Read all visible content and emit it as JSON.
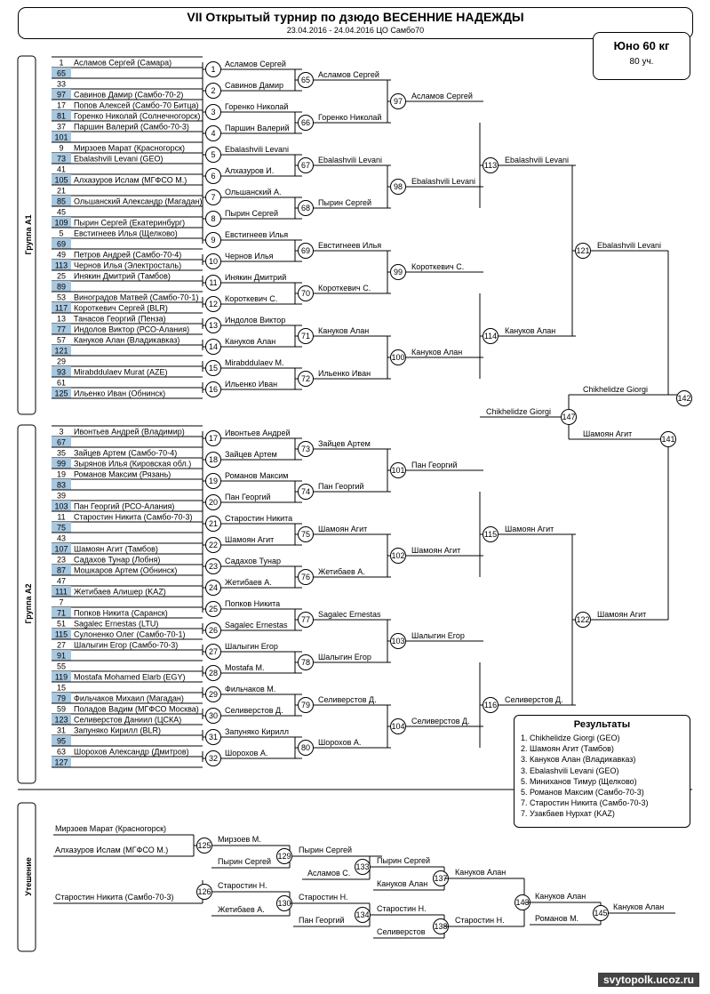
{
  "header": {
    "title": "VII Открытый турнир по дзюдо ВЕСЕННИЕ НАДЕЖДЫ",
    "subtitle": "23.04.2016 - 24.04.2016 ЦО Самбо70"
  },
  "category": {
    "label": "Юно 60 кг",
    "count": "80 уч."
  },
  "group_labels": {
    "a1": "Группа А1",
    "a2": "Группа А2",
    "consolation": "Утешение"
  },
  "groups": [
    {
      "entries": [
        {
          "num": "1",
          "name": "Асламов Сергей (Самара)"
        },
        {
          "num": "65",
          "name": ""
        },
        {
          "num": "33",
          "name": ""
        },
        {
          "num": "97",
          "name": "Савинов Дамир (Самбо-70-2)"
        },
        {
          "num": "17",
          "name": "Попов Алексей (Самбо-70 Битца)"
        },
        {
          "num": "81",
          "name": "Горенко Николай (Солнечногорск)"
        },
        {
          "num": "37",
          "name": "Паршин Валерий (Самбо-70-3)"
        },
        {
          "num": "101",
          "name": ""
        },
        {
          "num": "9",
          "name": "Мирзоев Марат (Красногорск)"
        },
        {
          "num": "73",
          "name": "Ebalashvili Levani (GEO)"
        },
        {
          "num": "41",
          "name": ""
        },
        {
          "num": "105",
          "name": "Алхазуров Ислам (МГФСО М.)"
        },
        {
          "num": "21",
          "name": ""
        },
        {
          "num": "85",
          "name": "Ольшанский Александр (Магадан)"
        },
        {
          "num": "45",
          "name": ""
        },
        {
          "num": "109",
          "name": "Пырин Сергей (Екатеринбург)"
        },
        {
          "num": "5",
          "name": "Евстигнеев Илья (Щелково)"
        },
        {
          "num": "69",
          "name": ""
        },
        {
          "num": "49",
          "name": "Петров Андрей (Самбо-70-4)"
        },
        {
          "num": "113",
          "name": "Чернов Илья (Электросталь)"
        },
        {
          "num": "25",
          "name": "Инякин Дмитрий (Тамбов)"
        },
        {
          "num": "89",
          "name": ""
        },
        {
          "num": "53",
          "name": "Виноградов Матвей (Самбо-70-1)"
        },
        {
          "num": "117",
          "name": "Короткевич Сергей (BLR)"
        },
        {
          "num": "13",
          "name": "Танасов Георгий (Пенза)"
        },
        {
          "num": "77",
          "name": "Индолов Виктор (РСО-Алания)"
        },
        {
          "num": "57",
          "name": "Кануков Алан (Владикавказ)"
        },
        {
          "num": "121",
          "name": ""
        },
        {
          "num": "29",
          "name": ""
        },
        {
          "num": "93",
          "name": "Mirabddulaev Murat (AZE)"
        },
        {
          "num": "61",
          "name": ""
        },
        {
          "num": "125",
          "name": "Ильенко Иван (Обнинск)"
        }
      ]
    },
    {
      "entries": [
        {
          "num": "3",
          "name": "Ивонтьев Андрей (Владимир)"
        },
        {
          "num": "67",
          "name": ""
        },
        {
          "num": "35",
          "name": "Зайцев Артем (Самбо-70-4)"
        },
        {
          "num": "99",
          "name": "Зырянов Илья (Кировская обл.)"
        },
        {
          "num": "19",
          "name": "Романов Максим (Рязань)"
        },
        {
          "num": "83",
          "name": ""
        },
        {
          "num": "39",
          "name": ""
        },
        {
          "num": "103",
          "name": "Пан Георгий (РСО-Алания)"
        },
        {
          "num": "11",
          "name": "Старостин Никита (Самбо-70-3)"
        },
        {
          "num": "75",
          "name": ""
        },
        {
          "num": "43",
          "name": ""
        },
        {
          "num": "107",
          "name": "Шамоян Агит (Тамбов)"
        },
        {
          "num": "23",
          "name": "Садахов Тунар (Лобня)"
        },
        {
          "num": "87",
          "name": "Мошкаров Артем (Обнинск)"
        },
        {
          "num": "47",
          "name": ""
        },
        {
          "num": "111",
          "name": "Жетибаев Алишер (KAZ)"
        },
        {
          "num": "7",
          "name": ""
        },
        {
          "num": "71",
          "name": "Попков Никита (Саранск)"
        },
        {
          "num": "51",
          "name": "Sagalec Ernestas (LTU)"
        },
        {
          "num": "115",
          "name": "Сулоненко Олег (Самбо-70-1)"
        },
        {
          "num": "27",
          "name": "Шалыгин Егор (Самбо-70-3)"
        },
        {
          "num": "91",
          "name": ""
        },
        {
          "num": "55",
          "name": ""
        },
        {
          "num": "119",
          "name": "Mostafa Mohamed Elarb (EGY)"
        },
        {
          "num": "15",
          "name": ""
        },
        {
          "num": "79",
          "name": "Фильчаков Михаил (Магадан)"
        },
        {
          "num": "59",
          "name": "Поладов Вадим (МГФСО Москва)"
        },
        {
          "num": "123",
          "name": "Селиверстов Даниил (ЦСКА)"
        },
        {
          "num": "31",
          "name": "Запуняко Кирилл (BLR)"
        },
        {
          "num": "95",
          "name": ""
        },
        {
          "num": "63",
          "name": "Шорохов Александр (Дмитров)"
        },
        {
          "num": "127",
          "name": ""
        }
      ]
    }
  ],
  "rounds": [
    {
      "bouts": [
        {
          "num": "1",
          "winner": "Асламов Сергей"
        },
        {
          "num": "2",
          "winner": "Савинов Дамир"
        },
        {
          "num": "3",
          "winner": "Горенко Николай"
        },
        {
          "num": "4",
          "winner": "Паршин Валерий"
        },
        {
          "num": "5",
          "winner": "Ebalashvili Levani"
        },
        {
          "num": "6",
          "winner": "Алхазуров И."
        },
        {
          "num": "7",
          "winner": "Ольшанский А."
        },
        {
          "num": "8",
          "winner": "Пырин Сергей"
        },
        {
          "num": "9",
          "winner": "Евстигнеев Илья"
        },
        {
          "num": "10",
          "winner": "Чернов Илья"
        },
        {
          "num": "11",
          "winner": "Инякин Дмитрий"
        },
        {
          "num": "12",
          "winner": "Короткевич С."
        },
        {
          "num": "13",
          "winner": "Индолов Виктор"
        },
        {
          "num": "14",
          "winner": "Кануков Алан"
        },
        {
          "num": "15",
          "winner": "Mirabddulaev M."
        },
        {
          "num": "16",
          "winner": "Ильенко Иван"
        },
        {
          "num": "17",
          "winner": "Ивонтьев Андрей"
        },
        {
          "num": "18",
          "winner": "Зайцев Артем"
        },
        {
          "num": "19",
          "winner": "Романов Максим"
        },
        {
          "num": "20",
          "winner": "Пан Георгий"
        },
        {
          "num": "21",
          "winner": "Старостин Никита"
        },
        {
          "num": "22",
          "winner": "Шамоян Агит"
        },
        {
          "num": "23",
          "winner": "Садахов Тунар"
        },
        {
          "num": "24",
          "winner": "Жетибаев А."
        },
        {
          "num": "25",
          "winner": "Попков Никита"
        },
        {
          "num": "26",
          "winner": "Sagalec Ernestas"
        },
        {
          "num": "27",
          "winner": "Шалыгин Егор"
        },
        {
          "num": "28",
          "winner": "Mostafa M."
        },
        {
          "num": "29",
          "winner": "Фильчаков М."
        },
        {
          "num": "30",
          "winner": "Селиверстов Д."
        },
        {
          "num": "31",
          "winner": "Запуняко Кирилл"
        },
        {
          "num": "32",
          "winner": "Шорохов А."
        }
      ]
    },
    {
      "bouts": [
        {
          "num": "65",
          "winner": "Асламов Сергей"
        },
        {
          "num": "66",
          "winner": "Горенко Николай"
        },
        {
          "num": "67",
          "winner": "Ebalashvili Levani"
        },
        {
          "num": "68",
          "winner": "Пырин Сергей"
        },
        {
          "num": "69",
          "winner": "Евстигнеев Илья"
        },
        {
          "num": "70",
          "winner": "Короткевич С."
        },
        {
          "num": "71",
          "winner": "Кануков Алан"
        },
        {
          "num": "72",
          "winner": "Ильенко Иван"
        },
        {
          "num": "73",
          "winner": "Зайцев Артем"
        },
        {
          "num": "74",
          "winner": "Пан Георгий"
        },
        {
          "num": "75",
          "winner": "Шамоян Агит"
        },
        {
          "num": "76",
          "winner": "Жетибаев А."
        },
        {
          "num": "77",
          "winner": "Sagalec Ernestas"
        },
        {
          "num": "78",
          "winner": "Шалыгин Егор"
        },
        {
          "num": "79",
          "winner": "Селиверстов Д."
        },
        {
          "num": "80",
          "winner": "Шорохов А."
        }
      ]
    },
    {
      "bouts": [
        {
          "num": "97",
          "winner": "Асламов Сергей"
        },
        {
          "num": "98",
          "winner": "Ebalashvili Levani"
        },
        {
          "num": "99",
          "winner": "Короткевич С."
        },
        {
          "num": "100",
          "winner": "Кануков Алан"
        },
        {
          "num": "101",
          "winner": "Пан Георгий"
        },
        {
          "num": "102",
          "winner": "Шамоян Агит"
        },
        {
          "num": "103",
          "winner": "Шалыгин Егор"
        },
        {
          "num": "104",
          "winner": "Селиверстов Д."
        }
      ]
    },
    {
      "bouts": [
        {
          "num": "113",
          "winner": "Ebalashvili Levani"
        },
        {
          "num": "114",
          "winner": "Кануков Алан"
        },
        {
          "num": "115",
          "winner": "Шамоян Агит"
        },
        {
          "num": "116",
          "winner": "Селиверстов Д."
        }
      ]
    },
    {
      "bouts": [
        {
          "num": "121",
          "winner": "Ebalashvili Levani"
        },
        {
          "num": "122",
          "winner": "Шамоян Агит"
        }
      ]
    }
  ],
  "finals": {
    "semi_147": {
      "num": "147",
      "left": "Chikhelidze Giorgi",
      "winner": "Chikhelidze Giorgi"
    },
    "semi_141": {
      "num": "141",
      "winner": "Шамоян Агит"
    },
    "final_142": {
      "num": "142"
    }
  },
  "consolation": {
    "seeds": [
      "Мирзоев Марат (Красногорск)",
      "Алхазуров Ислам (МГФСО М.)",
      "Старостин Никита (Самбо-70-3)"
    ],
    "b125": {
      "num": "125",
      "winner": "Мирзоев М."
    },
    "b129": {
      "num": "129",
      "in": "Пырин Сергей",
      "winner": "Пырин Сергей"
    },
    "b133": {
      "num": "133",
      "in": "Асламов С.",
      "winner": "Пырин Сергей"
    },
    "b137": {
      "num": "137",
      "in": "Кануков Алан",
      "winner": "Кануков Алан"
    },
    "b126": {
      "num": "126",
      "winner": "Старостин Н."
    },
    "b130": {
      "num": "130",
      "in": "Жетибаев А.",
      "winner": "Старостин Н."
    },
    "b134": {
      "num": "134",
      "in": "Пан Георгий",
      "winner": "Старостин Н."
    },
    "b138": {
      "num": "138",
      "in": "Селиверстов",
      "winner": "Старостин Н."
    },
    "b143": {
      "num": "143",
      "winner": "Кануков Алан"
    },
    "b145": {
      "num": "145",
      "in": "Романов М.",
      "winner": "Кануков Алан"
    }
  },
  "results": {
    "title": "Результаты",
    "items": [
      "1. Chikhelidze Giorgi (GEO)",
      "2. Шамоян Агит (Тамбов)",
      "3. Кануков Алан (Владикавказ)",
      "3. Ebalashvili Levani (GEO)",
      "5. Миниханов Тимур (Щелково)",
      "5. Романов Максим (Самбо-70-3)",
      "7. Старостин Никита (Самбо-70-3)",
      "7. Узакбаев Нурхат (KAZ)"
    ]
  },
  "watermark": "svytopolk.ucoz.ru",
  "colors": {
    "highlight": "#a8c8e0",
    "line": "#000000"
  }
}
